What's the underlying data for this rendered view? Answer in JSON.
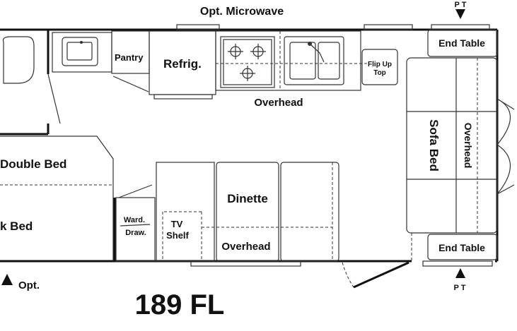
{
  "labels": {
    "opt_microwave": "Opt. Microwave",
    "pt_top": "P T",
    "end_table_top": "End Table",
    "pantry": "Pantry",
    "refrig": "Refrig.",
    "flip_up_top_line1": "Flip Up",
    "flip_up_top_line2": "Top",
    "overhead_kitchen": "Overhead",
    "sofa_bed": "Sofa Bed",
    "overhead_sofa": "Overhead",
    "double_bed": "Double Bed",
    "bunk_bed": "k Bed",
    "dinette": "Dinette",
    "ward_line1": "Ward.",
    "ward_line2": "Draw.",
    "tv_line1": "TV",
    "tv_line2": "Shelf",
    "overhead_dinette": "Overhead",
    "end_table_bottom": "End Table",
    "pt_bottom": "P T",
    "opt_bottom": "Opt.",
    "model": "189 FL"
  },
  "colors": {
    "ink": "#111111",
    "fixture_fill": "#f7f7f7"
  }
}
